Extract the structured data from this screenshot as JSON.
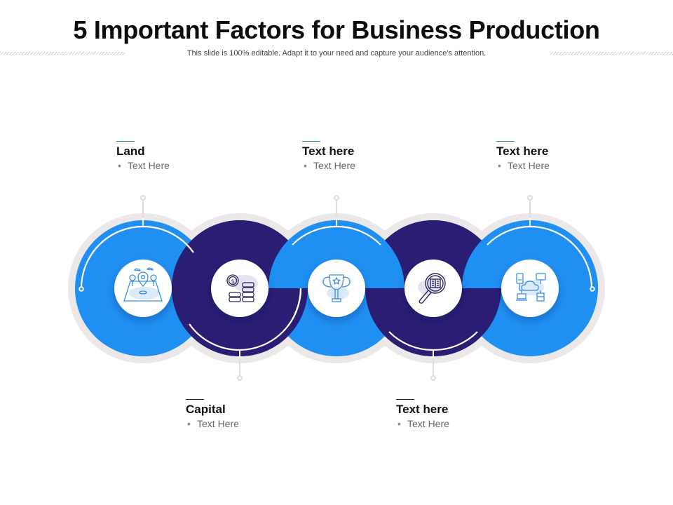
{
  "header": {
    "title": "5 Important Factors for Business Production",
    "subtitle": "This slide is 100% editable. Adapt it to your need and capture your audience's attention."
  },
  "colors": {
    "light_blue": "#1f8ff2",
    "dark_navy": "#2a1d74",
    "ring_gray": "#ece8ea",
    "white": "#ffffff",
    "icon_stroke_blue": "#3b8fe0",
    "icon_stroke_navy": "#2a2560"
  },
  "factors": [
    {
      "heading": "Land",
      "bullet": "Text Here",
      "icon": "land-map-pin-icon",
      "position": "top",
      "color": "light_blue"
    },
    {
      "heading": "Capital",
      "bullet": "Text Here",
      "icon": "coins-dollar-icon",
      "position": "bottom",
      "color": "dark_navy"
    },
    {
      "heading": "Text here",
      "bullet": "Text Here",
      "icon": "trophy-star-icon",
      "position": "top",
      "color": "light_blue"
    },
    {
      "heading": "Text here",
      "bullet": "Text Here",
      "icon": "magnifier-book-icon",
      "position": "bottom",
      "color": "dark_navy"
    },
    {
      "heading": "Text here",
      "bullet": "Text Here",
      "icon": "cloud-network-icon",
      "position": "top",
      "color": "light_blue"
    }
  ],
  "bullet_glyph": "•"
}
